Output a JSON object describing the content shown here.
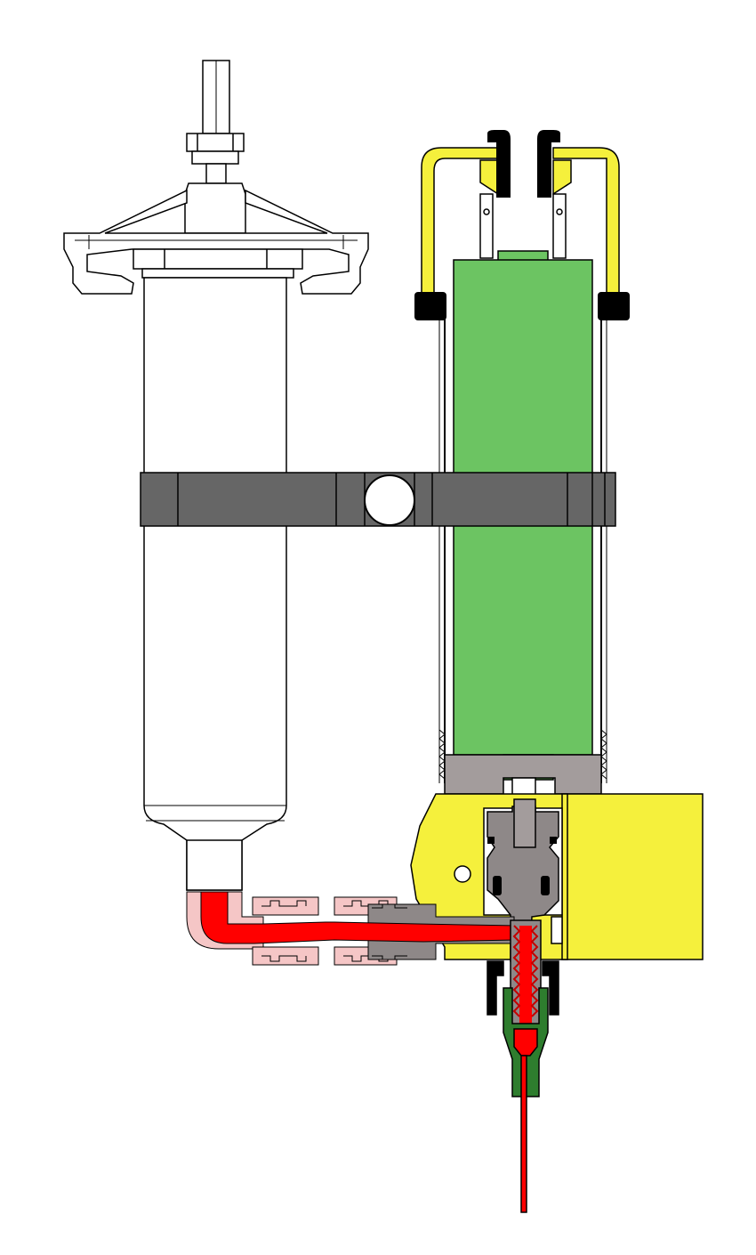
{
  "diagram": {
    "colors": {
      "background": "#ffffff",
      "outline": "#000000",
      "clamp": "#666666",
      "valve_body": "#6cc462",
      "actuator_bracket": "#f5f03c",
      "metal_block": "#a39c9c",
      "metal_dark": "#8e8888",
      "fluid": "#ff0000",
      "fluid_dark": "#c40000",
      "fitting": "#f5c6c6",
      "nozzle": "#2e7d2e",
      "cable": "#000000"
    },
    "components": [
      {
        "id": "syringe-barrel",
        "icon": "syringe-icon"
      },
      {
        "id": "air-adapter-cap",
        "icon": "adapter-cap-icon"
      },
      {
        "id": "mounting-clamp",
        "icon": "clamp-icon"
      },
      {
        "id": "valve-body",
        "icon": "cylinder-icon"
      },
      {
        "id": "spring-bracket",
        "icon": "bracket-icon"
      },
      {
        "id": "fluid-fitting",
        "icon": "fitting-icon"
      },
      {
        "id": "dispense-needle",
        "icon": "needle-icon"
      }
    ]
  }
}
